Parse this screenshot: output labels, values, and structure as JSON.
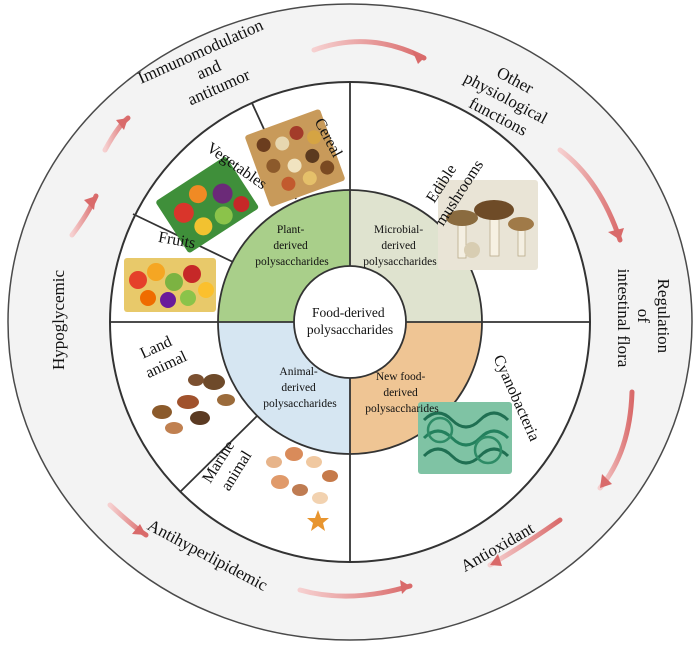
{
  "center": {
    "lines": [
      "Food-derived",
      "polysaccharides"
    ]
  },
  "quadrants": [
    {
      "id": "plant",
      "lines": [
        "Plant-",
        "derived",
        "polysaccharides"
      ],
      "color": "#a9cf8a"
    },
    {
      "id": "microbial",
      "lines": [
        "Microbial-",
        "derived",
        "polysaccharides"
      ],
      "color": "#dfe3cf"
    },
    {
      "id": "animal",
      "lines": [
        "Animal-",
        "derived",
        "polysaccharides"
      ],
      "color": "#d6e6f2"
    },
    {
      "id": "newfood",
      "lines": [
        "New food-",
        "derived",
        "polysaccharides"
      ],
      "color": "#efc594"
    }
  ],
  "foods": [
    {
      "id": "cereal",
      "lines": [
        "Cereal"
      ]
    },
    {
      "id": "vegetables",
      "lines": [
        "Vegetables"
      ]
    },
    {
      "id": "fruits",
      "lines": [
        "Fruits"
      ]
    },
    {
      "id": "edible-mushrooms",
      "lines": [
        "Edible",
        "mushrooms"
      ]
    },
    {
      "id": "cyanobacteria",
      "lines": [
        "Cyanobacteria"
      ]
    },
    {
      "id": "land-animal",
      "lines": [
        "Land",
        "animal"
      ]
    },
    {
      "id": "marine-animal",
      "lines": [
        "Marine",
        "animal"
      ]
    }
  ],
  "functions": [
    {
      "id": "immunomodulation",
      "lines": [
        "Immunomodulation",
        "and",
        "antitumor"
      ]
    },
    {
      "id": "other-functions",
      "lines": [
        "Other",
        "physiological",
        "functions"
      ]
    },
    {
      "id": "intestinal-flora",
      "lines": [
        "Regulation",
        "of",
        "intestinal flora"
      ]
    },
    {
      "id": "antioxidant",
      "lines": [
        "Antioxidant"
      ]
    },
    {
      "id": "antihyperlipidemic",
      "lines": [
        "Antihyperlipidemic"
      ]
    },
    {
      "id": "hypoglycemic",
      "lines": [
        "Hypoglycemic"
      ]
    }
  ],
  "colors": {
    "outer_ring": "#f3f3f3",
    "outline": "#4a4a4a",
    "arrow": "#e08a8a"
  }
}
